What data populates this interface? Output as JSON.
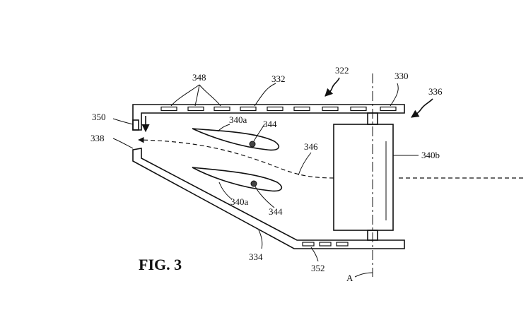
{
  "figure": {
    "caption": "FIG. 3",
    "labels": {
      "l322": "322",
      "l330": "330",
      "l336": "336",
      "l348": "348",
      "l332": "332",
      "l350": "350",
      "l338": "338",
      "l340a_top": "340a",
      "l344_top": "344",
      "l346": "346",
      "l340b": "340b",
      "l340a_bottom": "340a",
      "l344_bottom": "344",
      "l334": "334",
      "l352": "352",
      "lA": "A"
    }
  }
}
